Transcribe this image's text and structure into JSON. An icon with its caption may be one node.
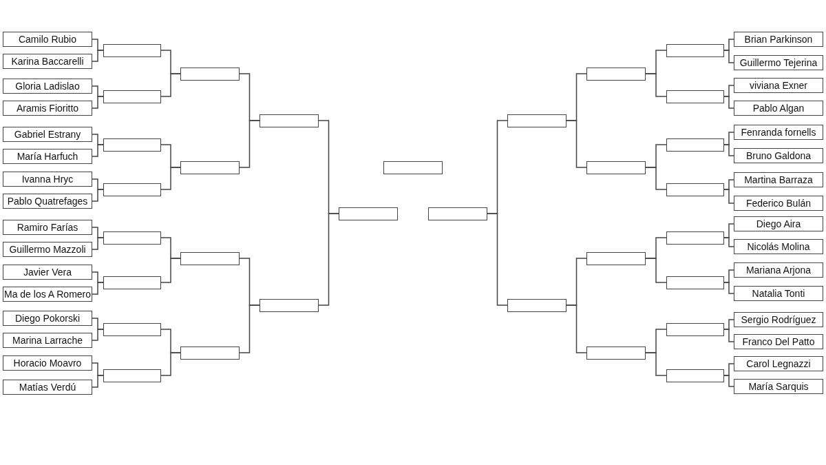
{
  "diagram": {
    "nodes": [
      {
        "text": [
          "Camilo Rubio"
        ]
      },
      {
        "text": [
          "Karina Baccarelli"
        ]
      },
      {
        "text": [
          "Gloria Ladislao"
        ]
      },
      {
        "text": [
          "Aramis Fioritto"
        ]
      },
      {
        "text": [
          "Gabriel Estrany"
        ]
      },
      {
        "text": [
          "María Harfuch"
        ]
      },
      {
        "text": [
          "Ivanna Hryc"
        ]
      },
      {
        "text": [
          "Pablo Quatrefages"
        ]
      },
      {
        "text": [
          "Ramiro Farías"
        ]
      },
      {
        "text": [
          "Guillermo Mazzoli"
        ]
      },
      {
        "text": [
          "Javier Vera"
        ]
      },
      {
        "text": [
          "Ma de los A Romero"
        ]
      },
      {
        "text": [
          "Diego Pokorski"
        ]
      },
      {
        "text": [
          "Marina Larrache"
        ]
      },
      {
        "text": [
          "Horacio Moavro"
        ]
      },
      {
        "text": [
          "Matías Verdú"
        ]
      },
      {
        "text": [
          "Brian Parkinson"
        ]
      },
      {
        "text": [
          "Guillermo Tejerina"
        ]
      },
      {
        "text": [
          "viviana Exner"
        ]
      },
      {
        "text": [
          "Pablo Algan"
        ]
      },
      {
        "text": [
          "Fenranda fornells"
        ]
      },
      {
        "text": [
          "Bruno Galdona"
        ]
      },
      {
        "text": [
          "Martina Barraza"
        ]
      },
      {
        "text": [
          "Federico Bulán"
        ]
      },
      {
        "text": [
          "Diego Aira"
        ]
      },
      {
        "text": [
          "Nicolás Molina"
        ]
      },
      {
        "text": [
          "Mariana Arjona"
        ]
      },
      {
        "text": [
          "Natalia Tonti"
        ]
      },
      {
        "text": [
          "Sergio Rodríguez"
        ]
      },
      {
        "text": [
          "Franco Del Patto"
        ]
      },
      {
        "text": [
          "Carol Legnazzi"
        ]
      },
      {
        "text": [
          "María Sarquis"
        ]
      },
      {
        "text": [],
        "shape": "box"
      },
      {
        "text": [],
        "shape": "box"
      },
      {
        "text": [],
        "shape": "box"
      },
      {
        "text": [],
        "shape": "box"
      },
      {
        "text": [],
        "shape": "box"
      },
      {
        "text": [],
        "shape": "box"
      },
      {
        "text": [],
        "shape": "box"
      },
      {
        "text": [],
        "shape": "box"
      },
      {
        "text": [],
        "shape": "box"
      },
      {
        "text": [],
        "shape": "box"
      },
      {
        "text": [],
        "shape": "box"
      },
      {
        "text": [],
        "shape": "box"
      },
      {
        "text": [],
        "shape": "box"
      },
      {
        "text": [],
        "shape": "box"
      },
      {
        "text": [],
        "shape": "box"
      },
      {
        "text": [],
        "shape": "box"
      },
      {
        "text": [],
        "shape": "box"
      },
      {
        "text": [],
        "shape": "box"
      },
      {
        "text": [],
        "shape": "box"
      },
      {
        "text": [],
        "shape": "box"
      },
      {
        "text": [],
        "shape": "box"
      },
      {
        "text": [],
        "shape": "box"
      },
      {
        "text": [],
        "shape": "box"
      },
      {
        "text": [],
        "shape": "box"
      },
      {
        "text": [],
        "shape": "box"
      },
      {
        "text": [],
        "shape": "box"
      },
      {
        "text": [],
        "shape": "box"
      },
      {
        "text": [],
        "shape": "box"
      },
      {
        "text": [],
        "shape": "box"
      },
      {
        "text": [],
        "shape": "box"
      },
      {
        "text": [],
        "shape": "box"
      }
    ],
    "edges": [
      {
        "from": 0,
        "to": 32,
        "arrow": "none"
      },
      {
        "from": 1,
        "to": 32,
        "arrow": "none"
      },
      {
        "from": 2,
        "to": 33,
        "arrow": "none"
      },
      {
        "from": 3,
        "to": 33,
        "arrow": "none"
      },
      {
        "from": 4,
        "to": 34,
        "arrow": "none"
      },
      {
        "from": 5,
        "to": 34,
        "arrow": "none"
      },
      {
        "from": 6,
        "to": 35,
        "arrow": "none"
      },
      {
        "from": 7,
        "to": 35,
        "arrow": "none"
      },
      {
        "from": 8,
        "to": 36,
        "arrow": "none"
      },
      {
        "from": 9,
        "to": 36,
        "arrow": "none"
      },
      {
        "from": 10,
        "to": 37,
        "arrow": "none"
      },
      {
        "from": 11,
        "to": 37,
        "arrow": "none"
      },
      {
        "from": 12,
        "to": 38,
        "arrow": "none"
      },
      {
        "from": 13,
        "to": 38,
        "arrow": "none"
      },
      {
        "from": 14,
        "to": 39,
        "arrow": "none"
      },
      {
        "from": 15,
        "to": 39,
        "arrow": "none"
      },
      {
        "from": 32,
        "to": 40,
        "arrow": "none"
      },
      {
        "from": 33,
        "to": 40,
        "arrow": "none"
      },
      {
        "from": 34,
        "to": 41,
        "arrow": "none"
      },
      {
        "from": 35,
        "to": 41,
        "arrow": "none"
      },
      {
        "from": 36,
        "to": 42,
        "arrow": "none"
      },
      {
        "from": 37,
        "to": 42,
        "arrow": "none"
      },
      {
        "from": 38,
        "to": 43,
        "arrow": "none"
      },
      {
        "from": 39,
        "to": 43,
        "arrow": "none"
      },
      {
        "from": 40,
        "to": 44,
        "arrow": "none"
      },
      {
        "from": 41,
        "to": 44,
        "arrow": "none"
      },
      {
        "from": 42,
        "to": 45,
        "arrow": "none"
      },
      {
        "from": 43,
        "to": 45,
        "arrow": "none"
      },
      {
        "from": 44,
        "to": 46,
        "arrow": "none"
      },
      {
        "from": 45,
        "to": 46,
        "arrow": "none"
      },
      {
        "from": 16,
        "to": 55,
        "arrow": "none"
      },
      {
        "from": 17,
        "to": 55,
        "arrow": "none"
      },
      {
        "from": 18,
        "to": 56,
        "arrow": "none"
      },
      {
        "from": 19,
        "to": 56,
        "arrow": "none"
      },
      {
        "from": 20,
        "to": 57,
        "arrow": "none"
      },
      {
        "from": 21,
        "to": 57,
        "arrow": "none"
      },
      {
        "from": 22,
        "to": 58,
        "arrow": "none"
      },
      {
        "from": 23,
        "to": 58,
        "arrow": "none"
      },
      {
        "from": 24,
        "to": 59,
        "arrow": "none"
      },
      {
        "from": 25,
        "to": 59,
        "arrow": "none"
      },
      {
        "from": 26,
        "to": 60,
        "arrow": "none"
      },
      {
        "from": 27,
        "to": 60,
        "arrow": "none"
      },
      {
        "from": 28,
        "to": 61,
        "arrow": "none"
      },
      {
        "from": 29,
        "to": 61,
        "arrow": "none"
      },
      {
        "from": 30,
        "to": 62,
        "arrow": "none"
      },
      {
        "from": 31,
        "to": 62,
        "arrow": "none"
      },
      {
        "from": 55,
        "to": 51,
        "arrow": "none"
      },
      {
        "from": 56,
        "to": 51,
        "arrow": "none"
      },
      {
        "from": 57,
        "to": 52,
        "arrow": "none"
      },
      {
        "from": 58,
        "to": 52,
        "arrow": "none"
      },
      {
        "from": 59,
        "to": 53,
        "arrow": "none"
      },
      {
        "from": 60,
        "to": 53,
        "arrow": "none"
      },
      {
        "from": 61,
        "to": 54,
        "arrow": "none"
      },
      {
        "from": 62,
        "to": 54,
        "arrow": "none"
      },
      {
        "from": 51,
        "to": 49,
        "arrow": "none"
      },
      {
        "from": 52,
        "to": 49,
        "arrow": "none"
      },
      {
        "from": 53,
        "to": 50,
        "arrow": "none"
      },
      {
        "from": 54,
        "to": 50,
        "arrow": "none"
      },
      {
        "from": 49,
        "to": 48,
        "arrow": "none"
      },
      {
        "from": 50,
        "to": 48,
        "arrow": "none"
      }
    ]
  }
}
